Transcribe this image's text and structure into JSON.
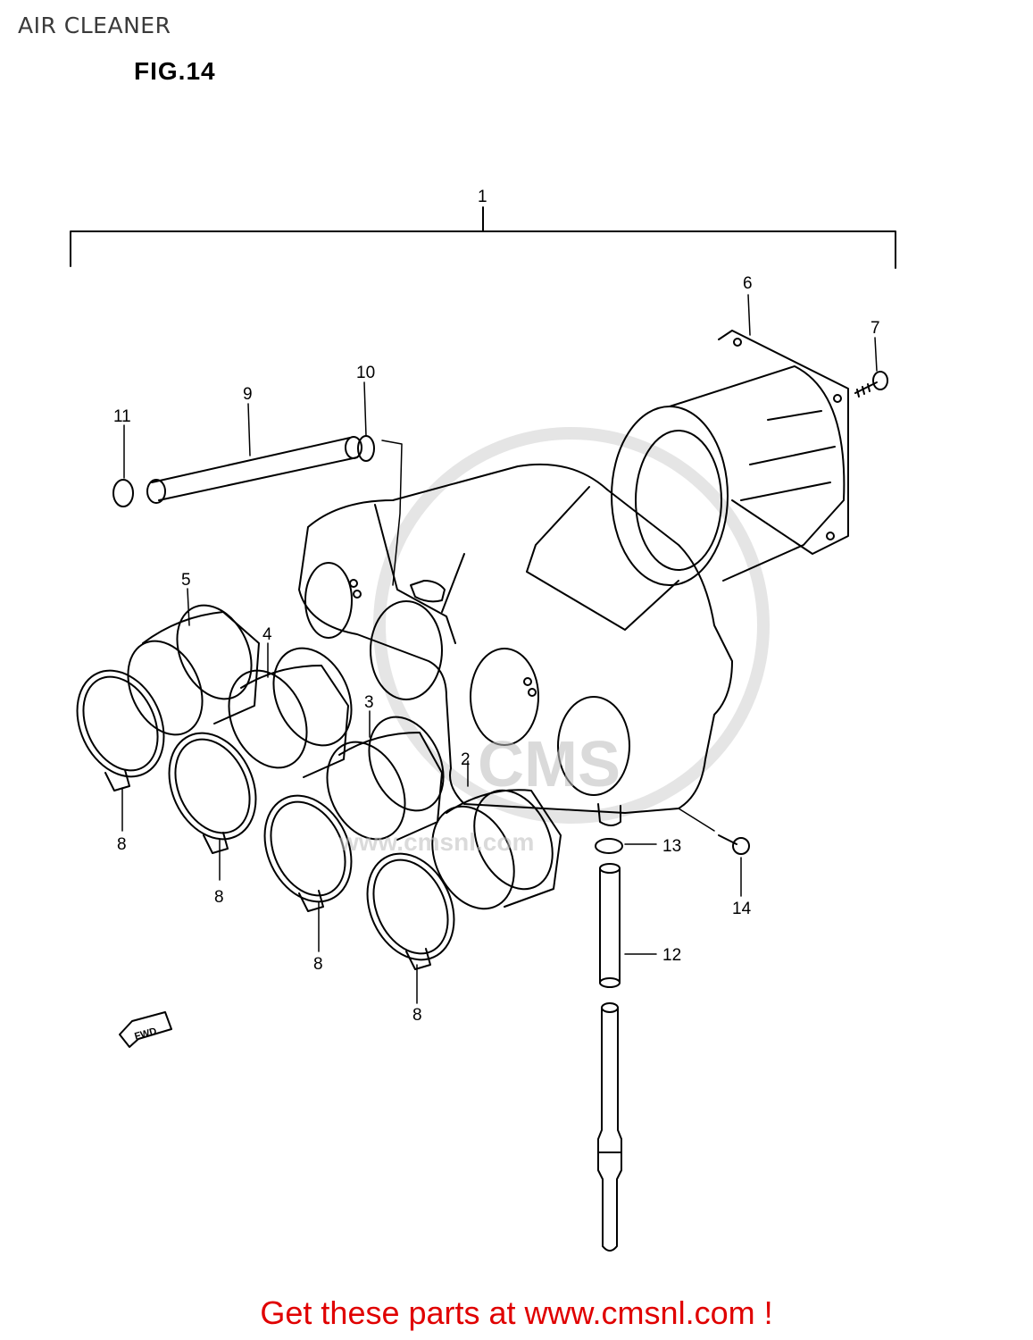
{
  "header": {
    "page_title": "AIR CLEANER",
    "figure_label": "FIG.14"
  },
  "diagram": {
    "callouts": [
      "1",
      "2",
      "3",
      "4",
      "5",
      "6",
      "7",
      "8",
      "8",
      "8",
      "8",
      "9",
      "10",
      "11",
      "12",
      "13",
      "14"
    ],
    "fwd_label": "FWD",
    "watermark": "www.cmsnl.com",
    "watermark_logo": "CMS"
  },
  "footer": {
    "link_text": "Get these parts at www.cmsnl.com !",
    "link_color": "#e00000"
  }
}
